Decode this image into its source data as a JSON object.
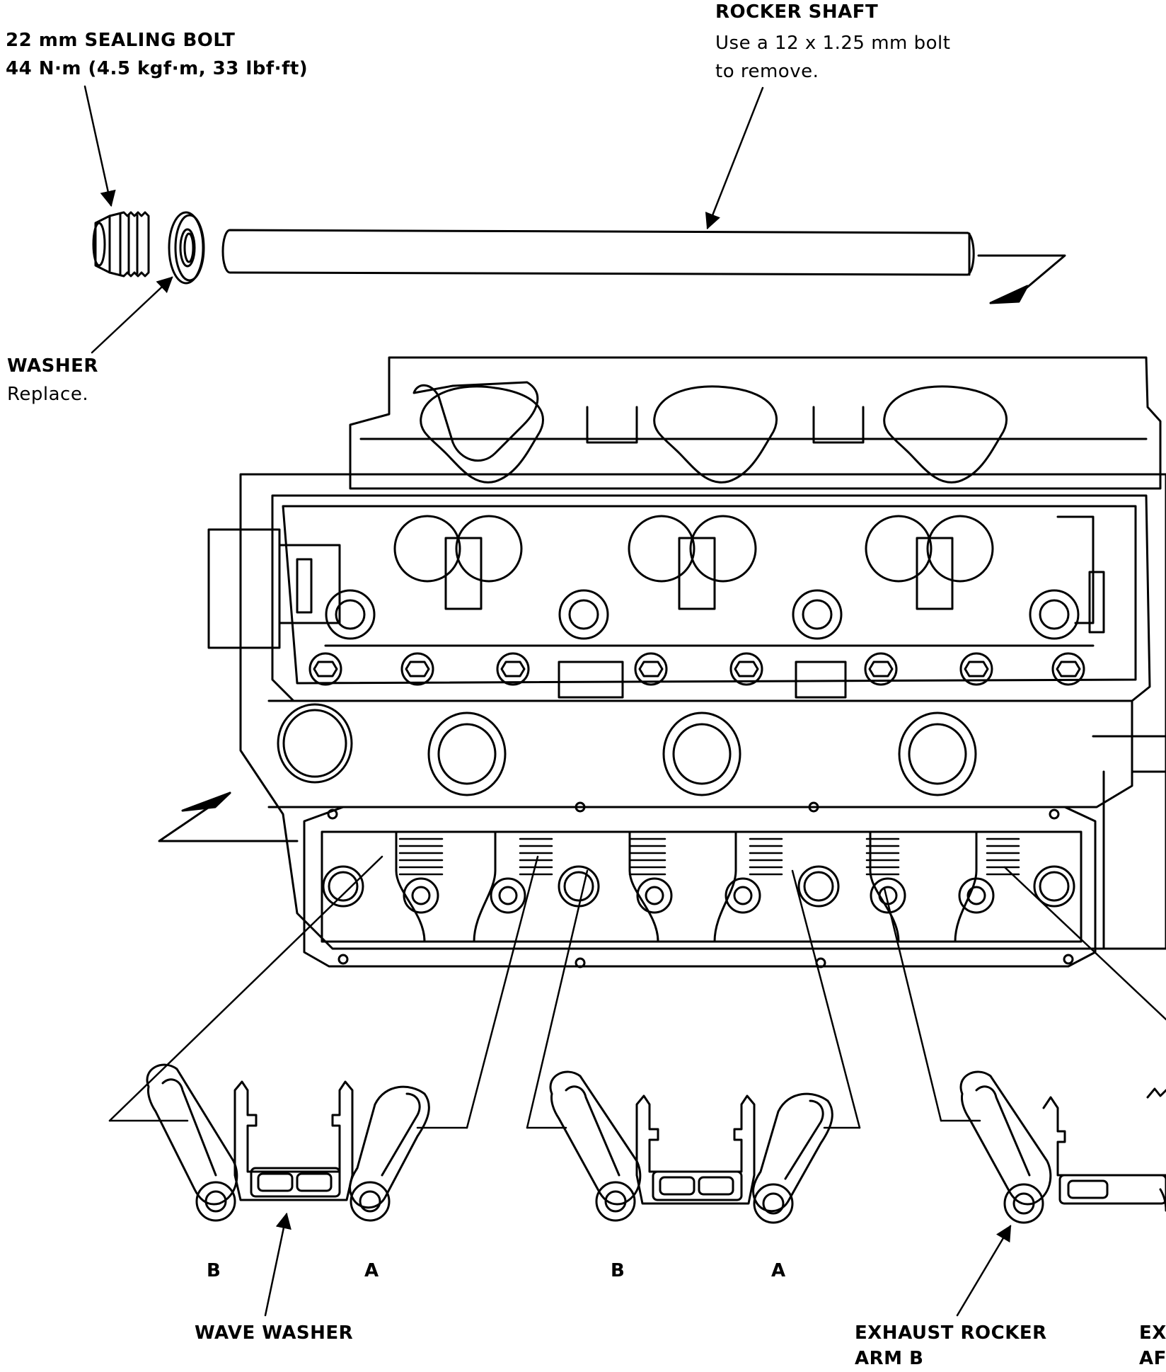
{
  "labels": {
    "rocker_shaft": {
      "title": "ROCKER SHAFT",
      "line1": "Use a 12 x 1.25 mm bolt",
      "line2": "to remove."
    },
    "sealing_bolt": {
      "title": "22 mm SEALING BOLT",
      "torque": "44 N·m (4.5 kgf·m, 33 lbf·ft)"
    },
    "washer": {
      "title": "WASHER",
      "note": "Replace."
    },
    "wave_washer": "WAVE WASHER",
    "exhaust_rocker_arm_b": {
      "line1": "EXHAUST ROCKER",
      "line2": "ARM B"
    },
    "exhaust_rocker_arm_a_partial": {
      "line1": "EX",
      "line2": "AF"
    },
    "arm_letters": [
      "B",
      "A",
      "B",
      "A"
    ]
  }
}
